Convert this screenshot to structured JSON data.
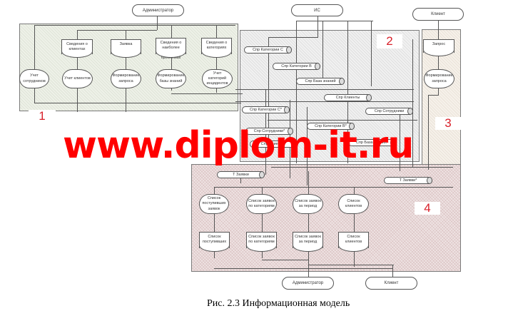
{
  "caption": "Рис. 2.3 Информационная модель",
  "watermark": "www.diplom-it.ru",
  "colors": {
    "watermark": "#ff0000",
    "region_number": "#d8202a",
    "region1_fill": "#eef1e8",
    "region2_fill": "#f1f1f1",
    "region3_fill": "#f6f1ea",
    "region4_fill": "#efe4e4"
  },
  "external_entities": {
    "admin_top": "Администратор",
    "is": "ИС",
    "client_top": "Клиент",
    "admin_bottom": "Администратор",
    "client_bottom": "Клиент"
  },
  "regions": {
    "r1": {
      "number": "1",
      "documents": [
        "Сведения о клиентах",
        "Заявка",
        "Сведения о наиболее частых проблемах",
        "Сведения о категориях инцидентов"
      ],
      "processes": [
        "Учет сотрудников",
        "Учет клиентов",
        "Формирование запроса",
        "Формирование базы знаний",
        "Учет категорий инцидентов"
      ]
    },
    "r2": {
      "number": "2",
      "stores": [
        "Спр Категории С",
        "Спр Категории В",
        "Спр База знаний",
        "Спр Клиенты",
        "Спр Категории С*",
        "Спр Сотрудники",
        "Спр Категории В*",
        "Спр Сотрудники*",
        "Спр Клиенты*",
        "Спр База знаний*"
      ]
    },
    "r3": {
      "number": "3",
      "document": "Запрос",
      "process": "Формирование запроса"
    },
    "r4": {
      "number": "4",
      "stores": [
        "Т Заявки",
        "Т Заявки*"
      ],
      "processes": [
        "Список поступивших заявок",
        "Список заявок по категориям",
        "Список заявок за период",
        "Список клиентов"
      ],
      "documents": [
        "Список поступивших заявок",
        "Список заявок по категориям",
        "Список заявок за период",
        "Список клиентов"
      ]
    }
  }
}
